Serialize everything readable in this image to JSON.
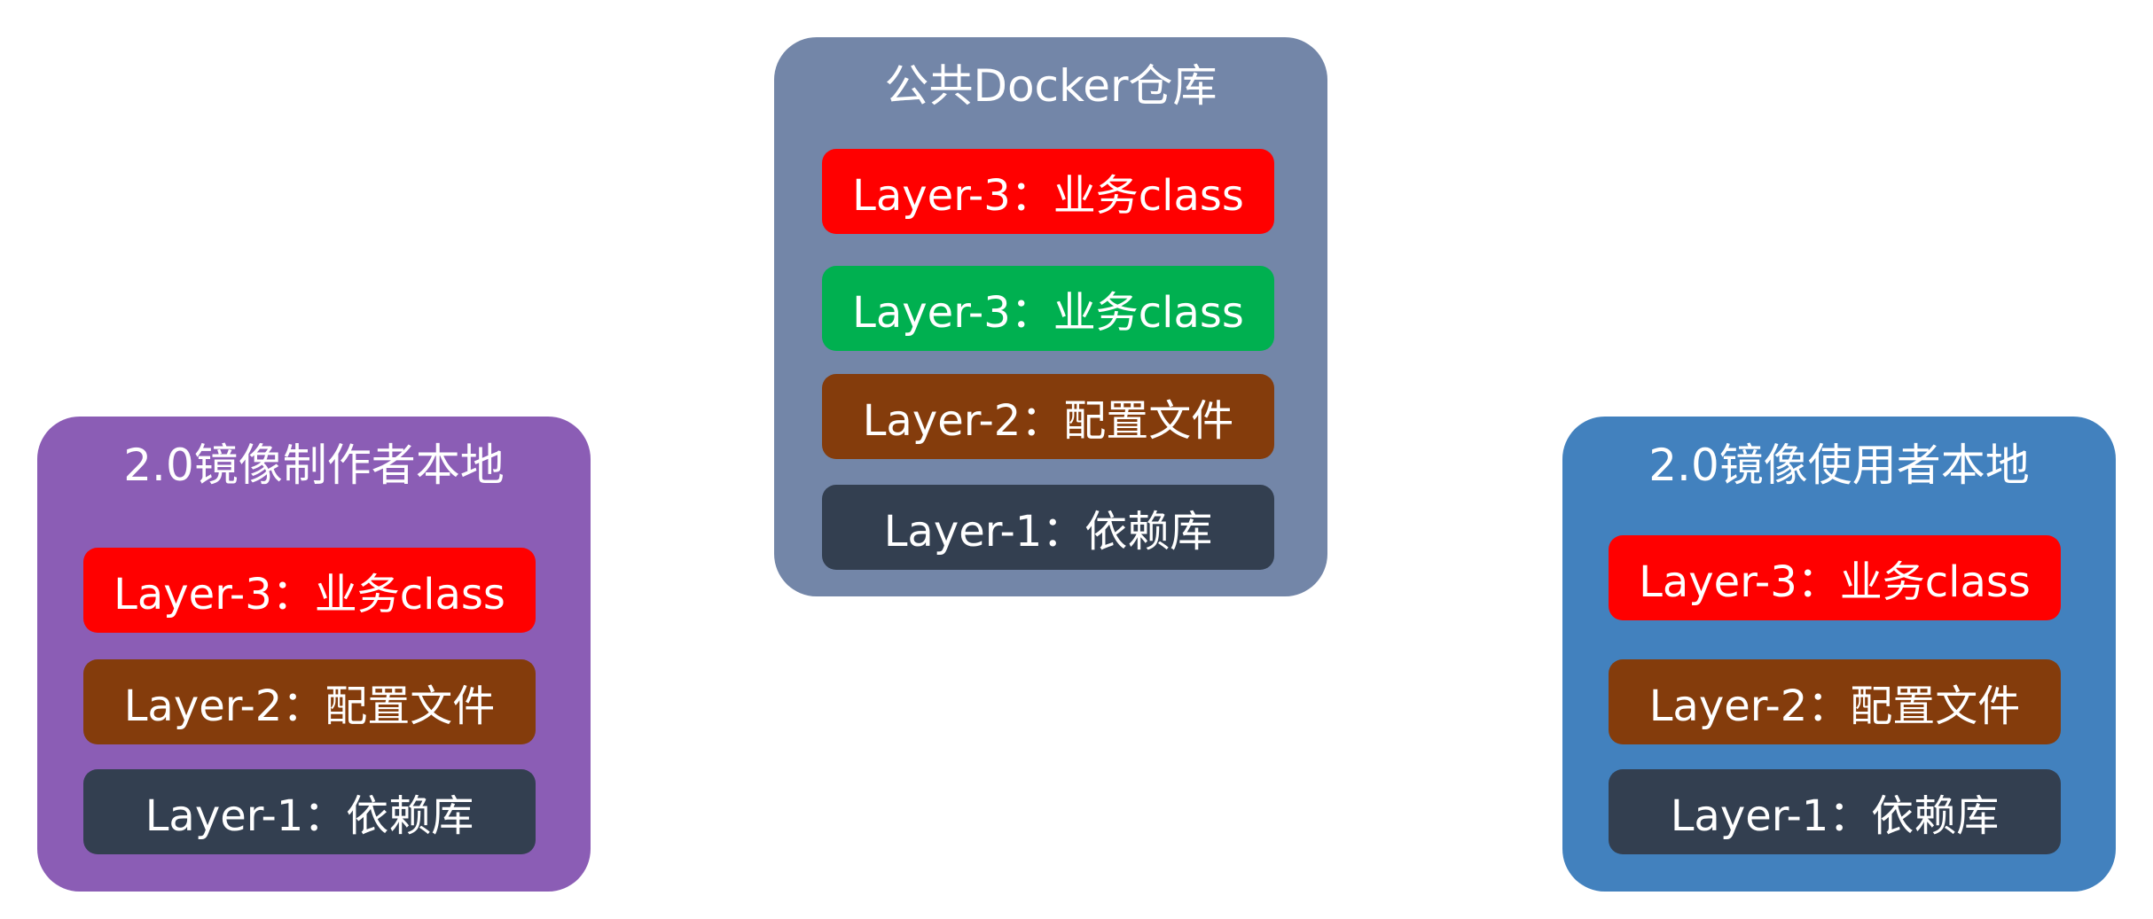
{
  "colors": {
    "public_panel_bg": "#7386a8",
    "producer_panel_bg": "#8b5db5",
    "consumer_panel_bg": "#4281be",
    "business_red": "#ff0000",
    "business_green": "#00b050",
    "config_brown": "#843c0c",
    "deps_slate": "#333f50",
    "text": "#ffffff"
  },
  "panels": {
    "public": {
      "title": "公共Docker仓库",
      "layers": [
        {
          "label": "Layer-3：业务class",
          "color": "#ff0000"
        },
        {
          "label": "Layer-3：业务class",
          "color": "#00b050"
        },
        {
          "label": "Layer-2：配置文件",
          "color": "#843c0c"
        },
        {
          "label": "Layer-1：依赖库",
          "color": "#333f50"
        }
      ]
    },
    "producer": {
      "title": "2.0镜像制作者本地",
      "layers": [
        {
          "label": "Layer-3：业务class",
          "color": "#ff0000"
        },
        {
          "label": "Layer-2：配置文件",
          "color": "#843c0c"
        },
        {
          "label": "Layer-1：依赖库",
          "color": "#333f50"
        }
      ]
    },
    "consumer": {
      "title": "2.0镜像使用者本地",
      "layers": [
        {
          "label": "Layer-3：业务class",
          "color": "#ff0000"
        },
        {
          "label": "Layer-2：配置文件",
          "color": "#843c0c"
        },
        {
          "label": "Layer-1：依赖库",
          "color": "#333f50"
        }
      ]
    }
  }
}
